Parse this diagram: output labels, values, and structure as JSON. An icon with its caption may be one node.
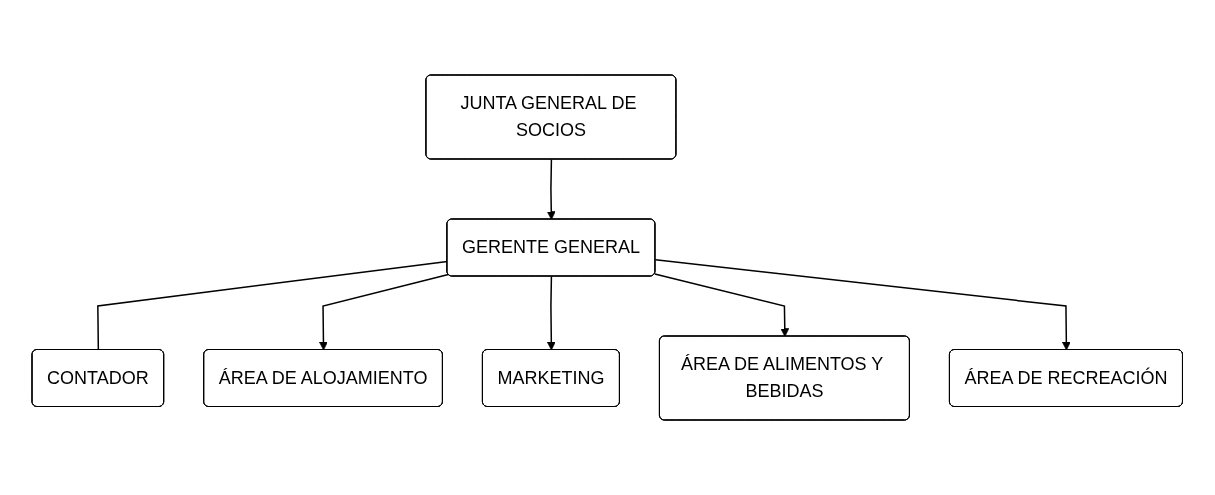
{
  "diagram": {
    "nodes": [
      {
        "text": [
          "JUNTA GENERAL DE SOCIOS"
        ]
      },
      {
        "text": [
          "GERENTE GENERAL"
        ]
      },
      {
        "text": [
          "CONTADOR"
        ]
      },
      {
        "text": [
          "ÁREA DE ALOJAMIENTO"
        ]
      },
      {
        "text": [
          "MARKETING"
        ]
      },
      {
        "text": [
          "ÁREA DE ALIMENTOS Y BEBIDAS"
        ]
      },
      {
        "text": [
          "ÁREA DE RECREACIÓN"
        ]
      }
    ],
    "edges": [
      {
        "from": 0,
        "to": 1,
        "arrow": "to"
      },
      {
        "from": 1,
        "to": 2,
        "arrow": "none"
      },
      {
        "from": 1,
        "to": 3,
        "arrow": "to"
      },
      {
        "from": 1,
        "to": 4,
        "arrow": "to"
      },
      {
        "from": 1,
        "to": 5,
        "arrow": "to"
      },
      {
        "from": 1,
        "to": 6,
        "arrow": "to"
      }
    ]
  }
}
